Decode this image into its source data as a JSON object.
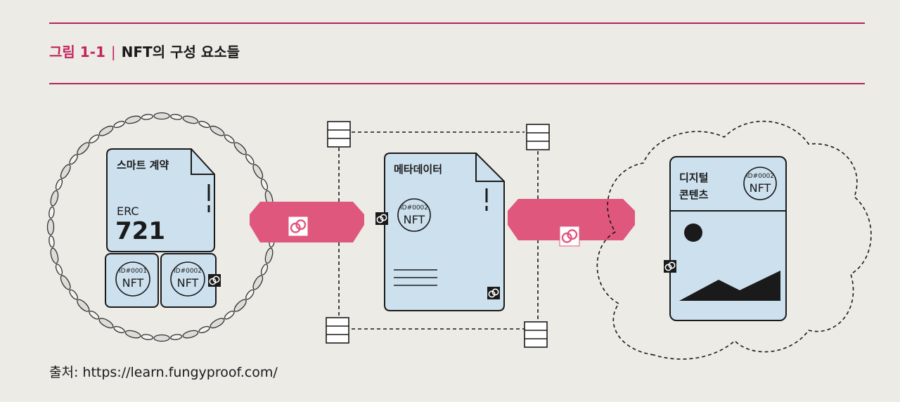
{
  "figure": {
    "label": "그림 1-1",
    "title": "NFT의 구성 요소들"
  },
  "smart_contract": {
    "title": "스마트 계약",
    "standard_label": "ERC",
    "standard_number": "721",
    "token_1_id": "ID#0001",
    "token_1_label": "NFT",
    "token_2_id": "ID#0002",
    "token_2_label": "NFT"
  },
  "metadata": {
    "title": "메타데이터",
    "token_id": "ID#0002",
    "token_label": "NFT"
  },
  "digital_content": {
    "title_line1": "디지털",
    "title_line2": "콘텐츠",
    "token_id": "ID#0002",
    "token_label": "NFT"
  },
  "source": "출처: https://learn.fungyproof.com/",
  "colors": {
    "accent": "#c4245e",
    "card_fill": "#cde0ee",
    "link_band": "#e0577e",
    "rule": "#b0265a"
  },
  "icons": [
    "chain-link-icon",
    "server-icon",
    "mountain-image-icon"
  ]
}
